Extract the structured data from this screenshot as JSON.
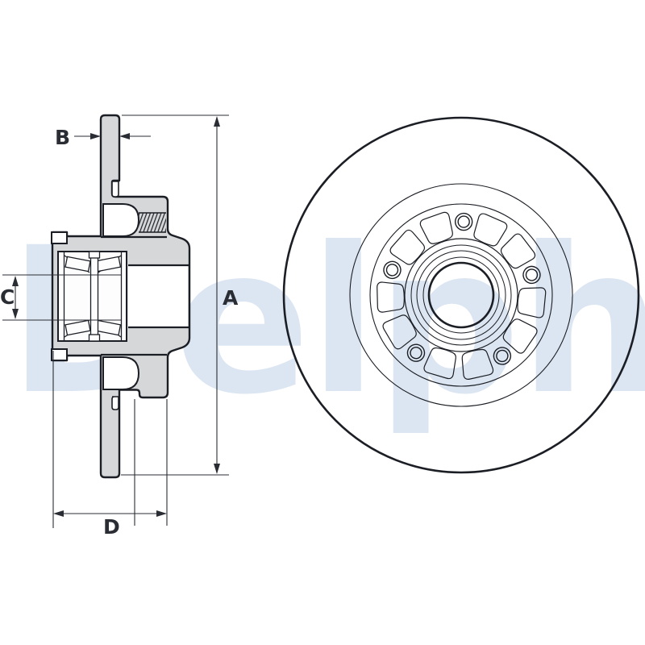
{
  "watermark": {
    "text": "Delphi",
    "color": "#dce6f2"
  },
  "drawing": {
    "type": "technical-drawing",
    "subject": "brake disc with integrated wheel bearing, cross-section (left) and front view (right)",
    "labels": {
      "a": "A",
      "b": "B",
      "c": "C",
      "d": "D"
    },
    "label_meanings": {
      "a": "outer diameter (vertical dimension, right of section)",
      "b": "disc thickness (top arrows)",
      "c": "bearing bore diameter (left vertical arrow)",
      "d": "hub width (bottom horizontal arrows)"
    },
    "front_view": {
      "bolt_holes": 5,
      "windows": 10
    },
    "colors": {
      "line": "#1b1e24",
      "fill_gray": "#d6d7d9",
      "dimension": "#2a2d33",
      "watermark": "#dce6f2",
      "background": "#ffffff"
    }
  }
}
